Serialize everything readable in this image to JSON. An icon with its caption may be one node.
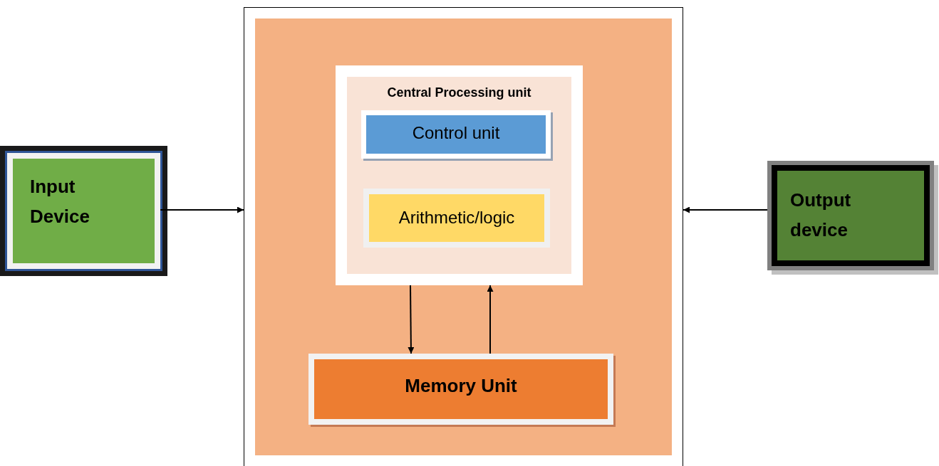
{
  "diagram": {
    "nodes": [
      {
        "text": [
          "Input Device"
        ]
      },
      {
        "text": [],
        "shape": "box"
      },
      {
        "text": [
          "Central Processing unit"
        ],
        "in": 1
      },
      {
        "text": [
          "Control unit"
        ],
        "in": 2
      },
      {
        "text": [
          "Arithmetic/logic"
        ],
        "in": 2
      },
      {
        "text": [
          "Memory Unit"
        ],
        "in": 1
      },
      {
        "text": [
          "Output device"
        ]
      }
    ],
    "edges": [
      {
        "from": 0,
        "to": 1,
        "arrow": "to"
      },
      {
        "from": 6,
        "to": 1,
        "arrow": "to"
      },
      {
        "from": 2,
        "to": 5,
        "arrow": "to"
      },
      {
        "from": 5,
        "to": 2,
        "arrow": "to"
      }
    ]
  }
}
